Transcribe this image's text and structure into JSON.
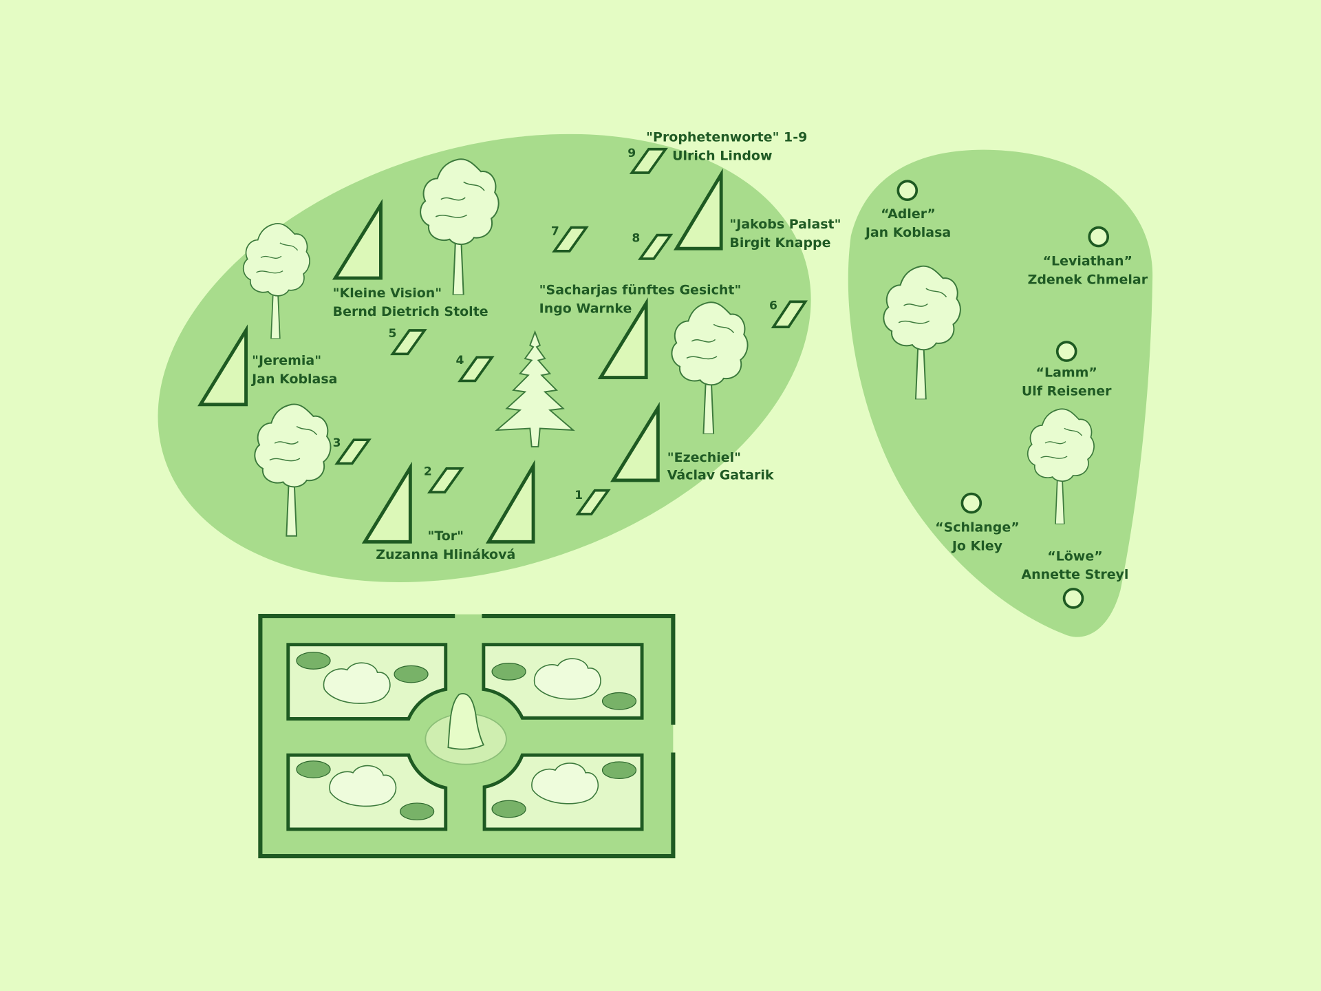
{
  "colors": {
    "background": "#e4fcc4",
    "area": "#a8dc8c",
    "line": "#1e5a22"
  },
  "symbols": {
    "sculpture_triangle": "triangle-icon",
    "stone_numbered": "parallelogram-icon",
    "sculpture_circle": "circle-icon"
  },
  "left_area": {
    "prophetenworte": {
      "title": "\"Prophetenworte\" 1-9",
      "artist": "Ulrich Lindow",
      "numbers": [
        "1",
        "2",
        "3",
        "4",
        "5",
        "6",
        "7",
        "8",
        "9"
      ]
    },
    "jakobs_palast": {
      "title": "\"Jakobs Palast\"",
      "artist": "Birgit Knappe"
    },
    "kleine_vision": {
      "title": "\"Kleine Vision\"",
      "artist": "Bernd Dietrich Stolte"
    },
    "sacharjas": {
      "title": "\"Sacharjas fünftes Gesicht\"",
      "artist": "Ingo Warnke"
    },
    "jeremia": {
      "title": "\"Jeremia\"",
      "artist": "Jan Koblasa"
    },
    "tor": {
      "title": "\"Tor\"",
      "artist": "Zuzanna Hlináková"
    },
    "ezechiel": {
      "title": "\"Ezechiel\"",
      "artist": "Václav Gatarik"
    }
  },
  "right_area": {
    "adler": {
      "title": "“Adler”",
      "artist": "Jan Koblasa"
    },
    "leviathan": {
      "title": "“Leviathan”",
      "artist": "Zdenek Chmelar"
    },
    "lamm": {
      "title": "“Lamm”",
      "artist": "Ulf Reisener"
    },
    "schlange": {
      "title": "“Schlange”",
      "artist": "Jo Kley"
    },
    "loewe": {
      "title": "“Löwe”",
      "artist": "Annette Streyl"
    }
  }
}
